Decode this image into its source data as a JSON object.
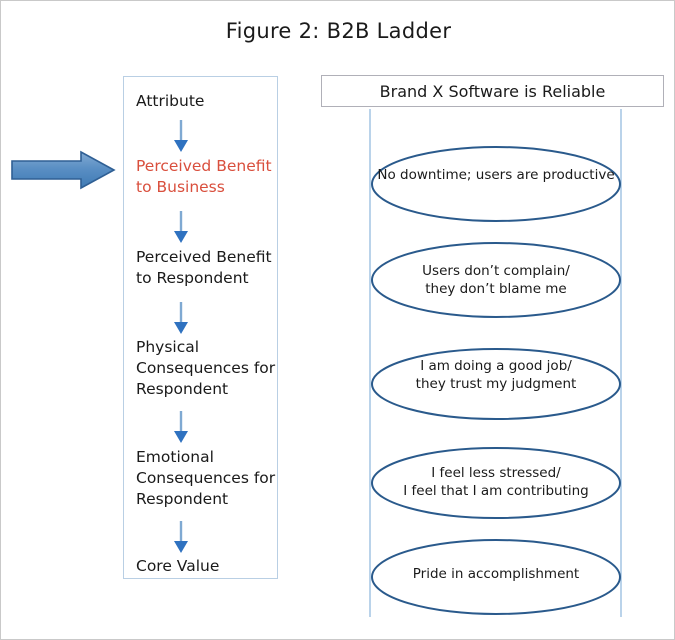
{
  "figure": {
    "title": "Figure 2: B2B Ladder"
  },
  "colors": {
    "accent_red": "#d94f3d",
    "panel_border_blue": "#b9cfe4",
    "arrow_blue": "#5a8fc4",
    "arrow_blue_border": "#2f5f94",
    "ellipse_stroke": "#2a5a8c",
    "rail_blue": "#a9c8e4",
    "claim_border": "#b0b0b8",
    "text_dark": "#1a1a1a"
  },
  "ladder": {
    "levels": [
      {
        "label": "Attribute",
        "highlighted": false
      },
      {
        "label": "Perceived Benefit to Business",
        "highlighted": true
      },
      {
        "label": "Perceived Benefit to Respondent",
        "highlighted": false
      },
      {
        "label": "Physical Consequences for Respondent",
        "highlighted": false
      },
      {
        "label": "Emotional Consequences for Respondent",
        "highlighted": false
      },
      {
        "label": "Core Value",
        "highlighted": false
      }
    ]
  },
  "pointer": {
    "icon": "right-block-arrow-icon",
    "points_to": "Perceived Benefit to Business"
  },
  "claim": {
    "text": "Brand X Software is Reliable"
  },
  "rungs": [
    {
      "text": "No downtime; users are productive"
    },
    {
      "text": "Users don't complain/ they don't blame me"
    },
    {
      "text": "I am doing a good job/ they trust my judgment"
    },
    {
      "text": "I feel less stressed/ I feel that I am contributing"
    },
    {
      "text": "Pride in accomplishment"
    }
  ],
  "rung_lines": [
    [
      "No downtime; users are productive"
    ],
    [
      "Users don’t complain/",
      "they don’t blame me"
    ],
    [
      "I am doing a good job/",
      "they trust my judgment"
    ],
    [
      "I feel less stressed/",
      "I feel that I am contributing"
    ],
    [
      "Pride in accomplishment"
    ]
  ]
}
